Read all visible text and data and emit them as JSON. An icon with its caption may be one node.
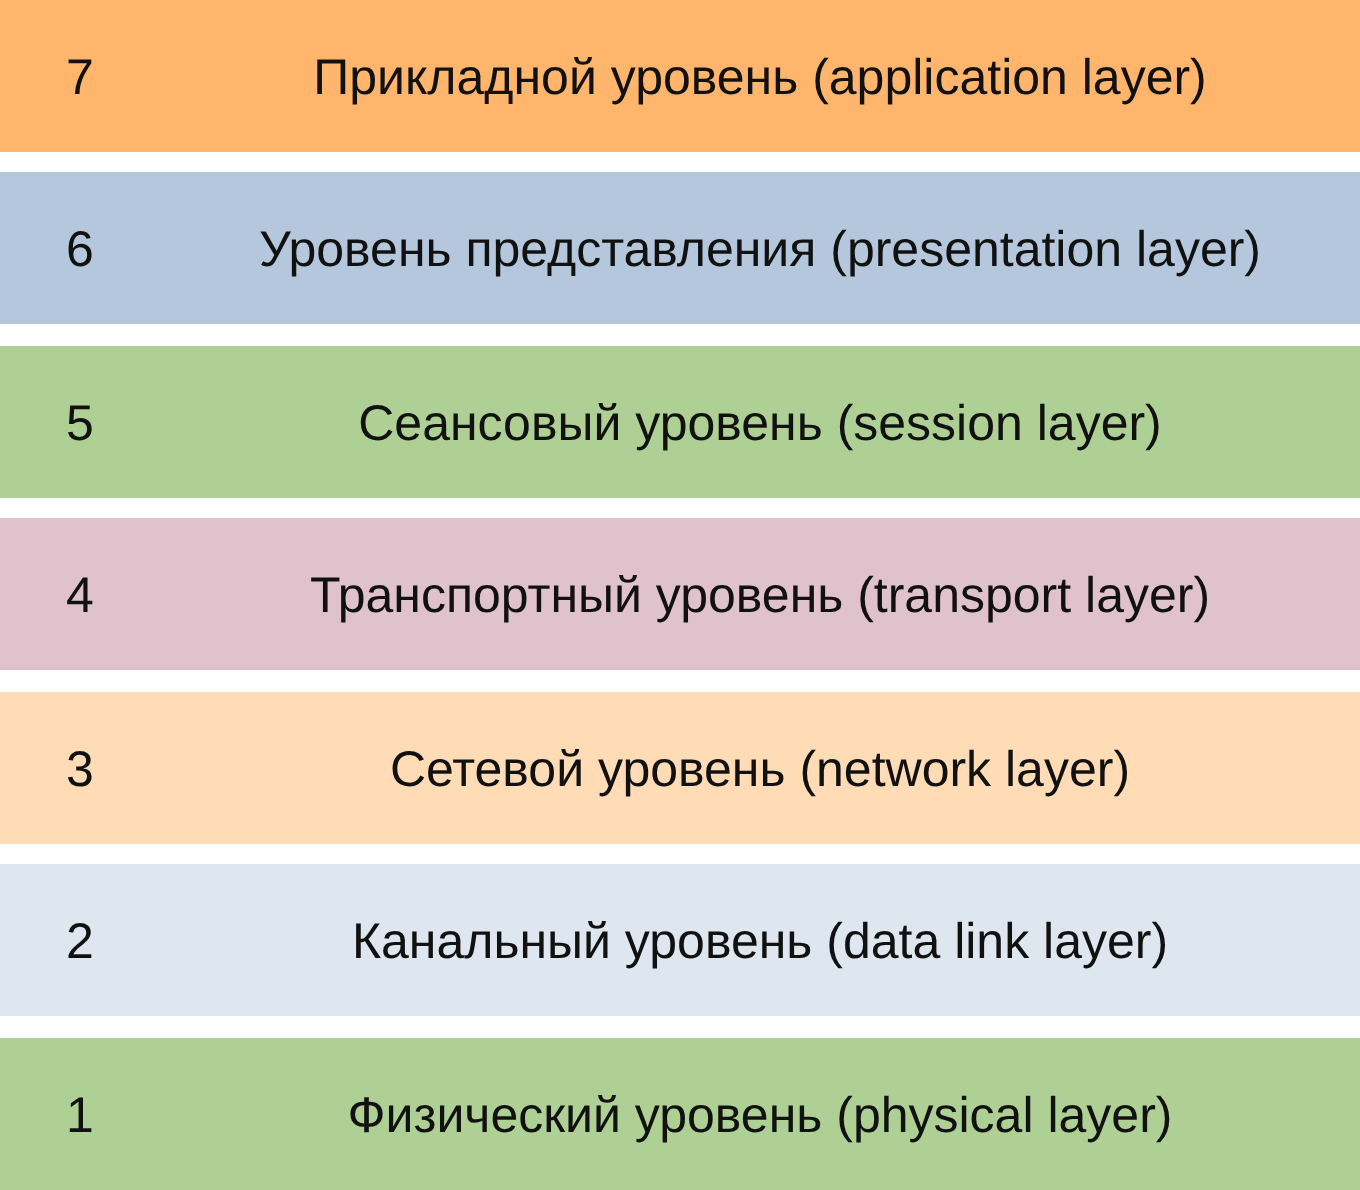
{
  "diagram": {
    "nodes": [
      {
        "text": [
          "7",
          "Прикладной уровень (application layer)"
        ]
      },
      {
        "text": [
          "6",
          "Уровень представления (presentation layer)"
        ]
      },
      {
        "text": [
          "5",
          "Сеансовый уровень (session layer)"
        ]
      },
      {
        "text": [
          "4",
          "Транспортный уровень (transport layer)"
        ]
      },
      {
        "text": [
          "3",
          "Сетевой уровень (network layer)"
        ]
      },
      {
        "text": [
          "2",
          "Канальный уровень (data link layer)"
        ]
      },
      {
        "text": [
          "1",
          "Физический уровень (physical layer)"
        ]
      }
    ]
  }
}
